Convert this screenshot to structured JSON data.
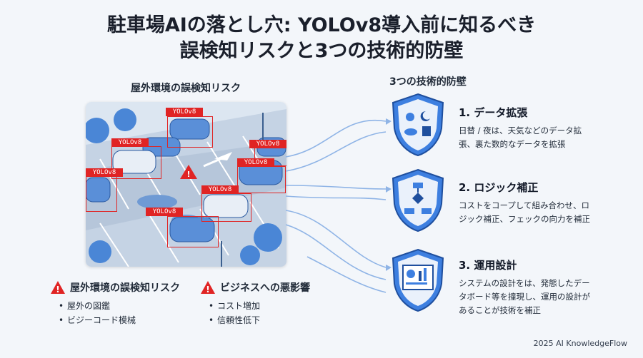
{
  "title_line1": "駐車場AIの落とし穴: YOLOv8導入前に知るべき",
  "title_line2": "誤検知リスクと3つの技術的防壁",
  "left_heading": "屋外環境の誤検知リスク",
  "scene_labels": [
    "YOLOv8",
    "YOLOv8",
    "YOLOv8",
    "YOLOv8",
    "YOLOv8",
    "YOLOv8",
    "YOLOv8"
  ],
  "risk_left": {
    "title": "屋外環境の誤検知リスク",
    "items": [
      "屋外の図鑑",
      "ビジーコード模械"
    ]
  },
  "risk_right": {
    "title": "ビジネスへの悪影響",
    "items": [
      "コスト増加",
      "信頼性低下"
    ]
  },
  "right_heading": "3つの技術的防壁",
  "defenses": [
    {
      "title": "1. データ拡張",
      "body": "日替 / 夜は、天気などのデータ拡張、裏た数的なデータを拡張",
      "icon": "weather-icons"
    },
    {
      "title": "2. ロジック補正",
      "body": "コストをコープして組み合わせ、ロジック補正、フェックの向力を補正",
      "icon": "flowchart-icon"
    },
    {
      "title": "3. 運用設計",
      "body": "システムの設計をは、発態したデータボード等を撞現し、運用の設計があることが技術を補正",
      "icon": "dashboard-icon"
    }
  ],
  "footer": "2025 AI KnowledgeFlow",
  "colors": {
    "accent": "#2f6fd6",
    "alert": "#e02424",
    "shield": "#3d7fe0"
  }
}
